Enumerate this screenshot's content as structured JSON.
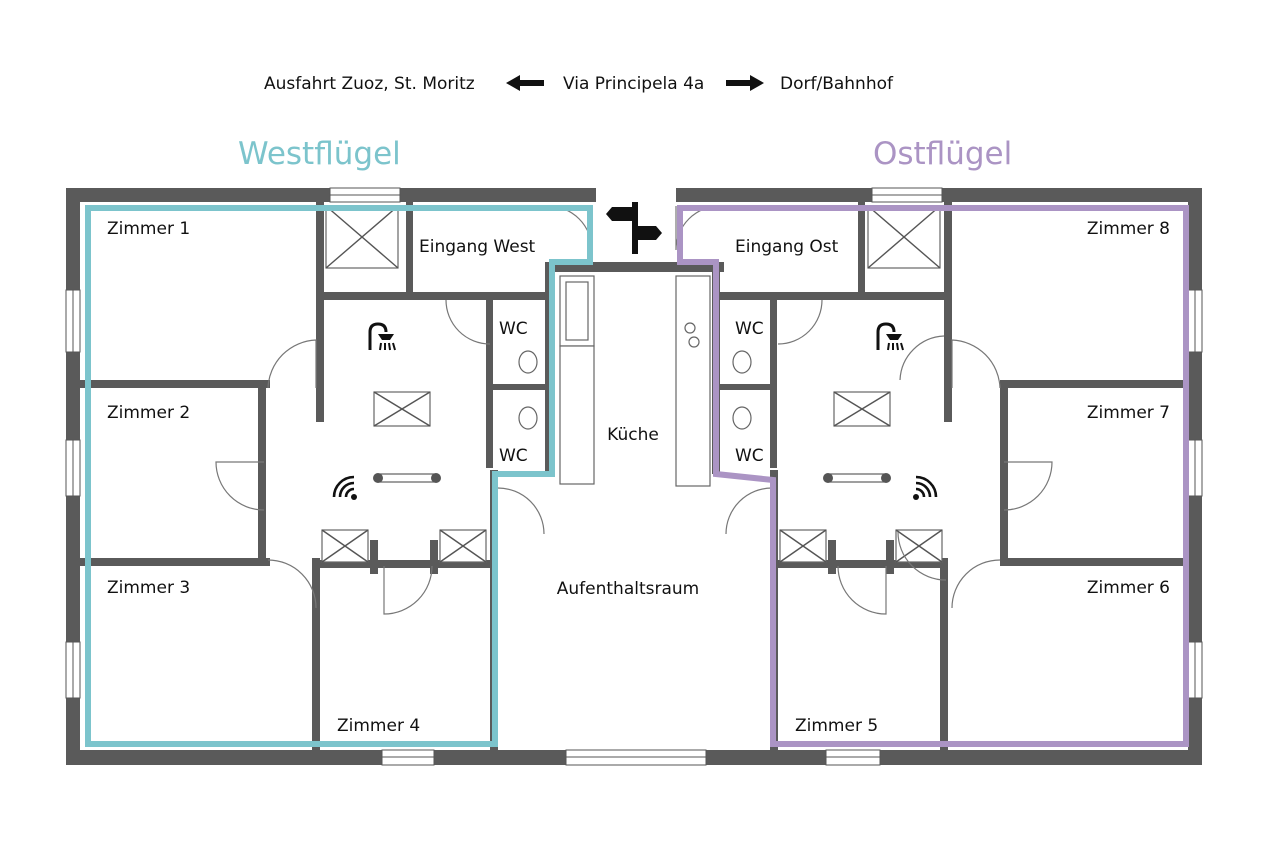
{
  "header": {
    "left_direction": "Ausfahrt Zuoz, St. Moritz",
    "address": "Via Principela 4a",
    "right_direction": "Dorf/Bahnhof"
  },
  "wings": {
    "west": {
      "title": "Westflügel",
      "color": "#7cc4cc"
    },
    "east": {
      "title": "Ostflügel",
      "color": "#ab94c4"
    }
  },
  "rooms": {
    "zimmer1": "Zimmer 1",
    "zimmer2": "Zimmer 2",
    "zimmer3": "Zimmer 3",
    "zimmer4": "Zimmer 4",
    "zimmer5": "Zimmer 5",
    "zimmer6": "Zimmer 6",
    "zimmer7": "Zimmer 7",
    "zimmer8": "Zimmer 8",
    "eingang_west": "Eingang West",
    "eingang_ost": "Eingang Ost",
    "wc_west_top": "WC",
    "wc_west_bottom": "WC",
    "wc_east_top": "WC",
    "wc_east_bottom": "WC",
    "kueche": "Küche",
    "aufenthaltsraum": "Aufenthaltsraum"
  },
  "icons": {
    "arrow_left": "arrow-left-icon",
    "arrow_right": "arrow-right-icon",
    "signpost": "signpost-icon",
    "shower": "shower-icon",
    "wifi": "wifi-icon"
  }
}
